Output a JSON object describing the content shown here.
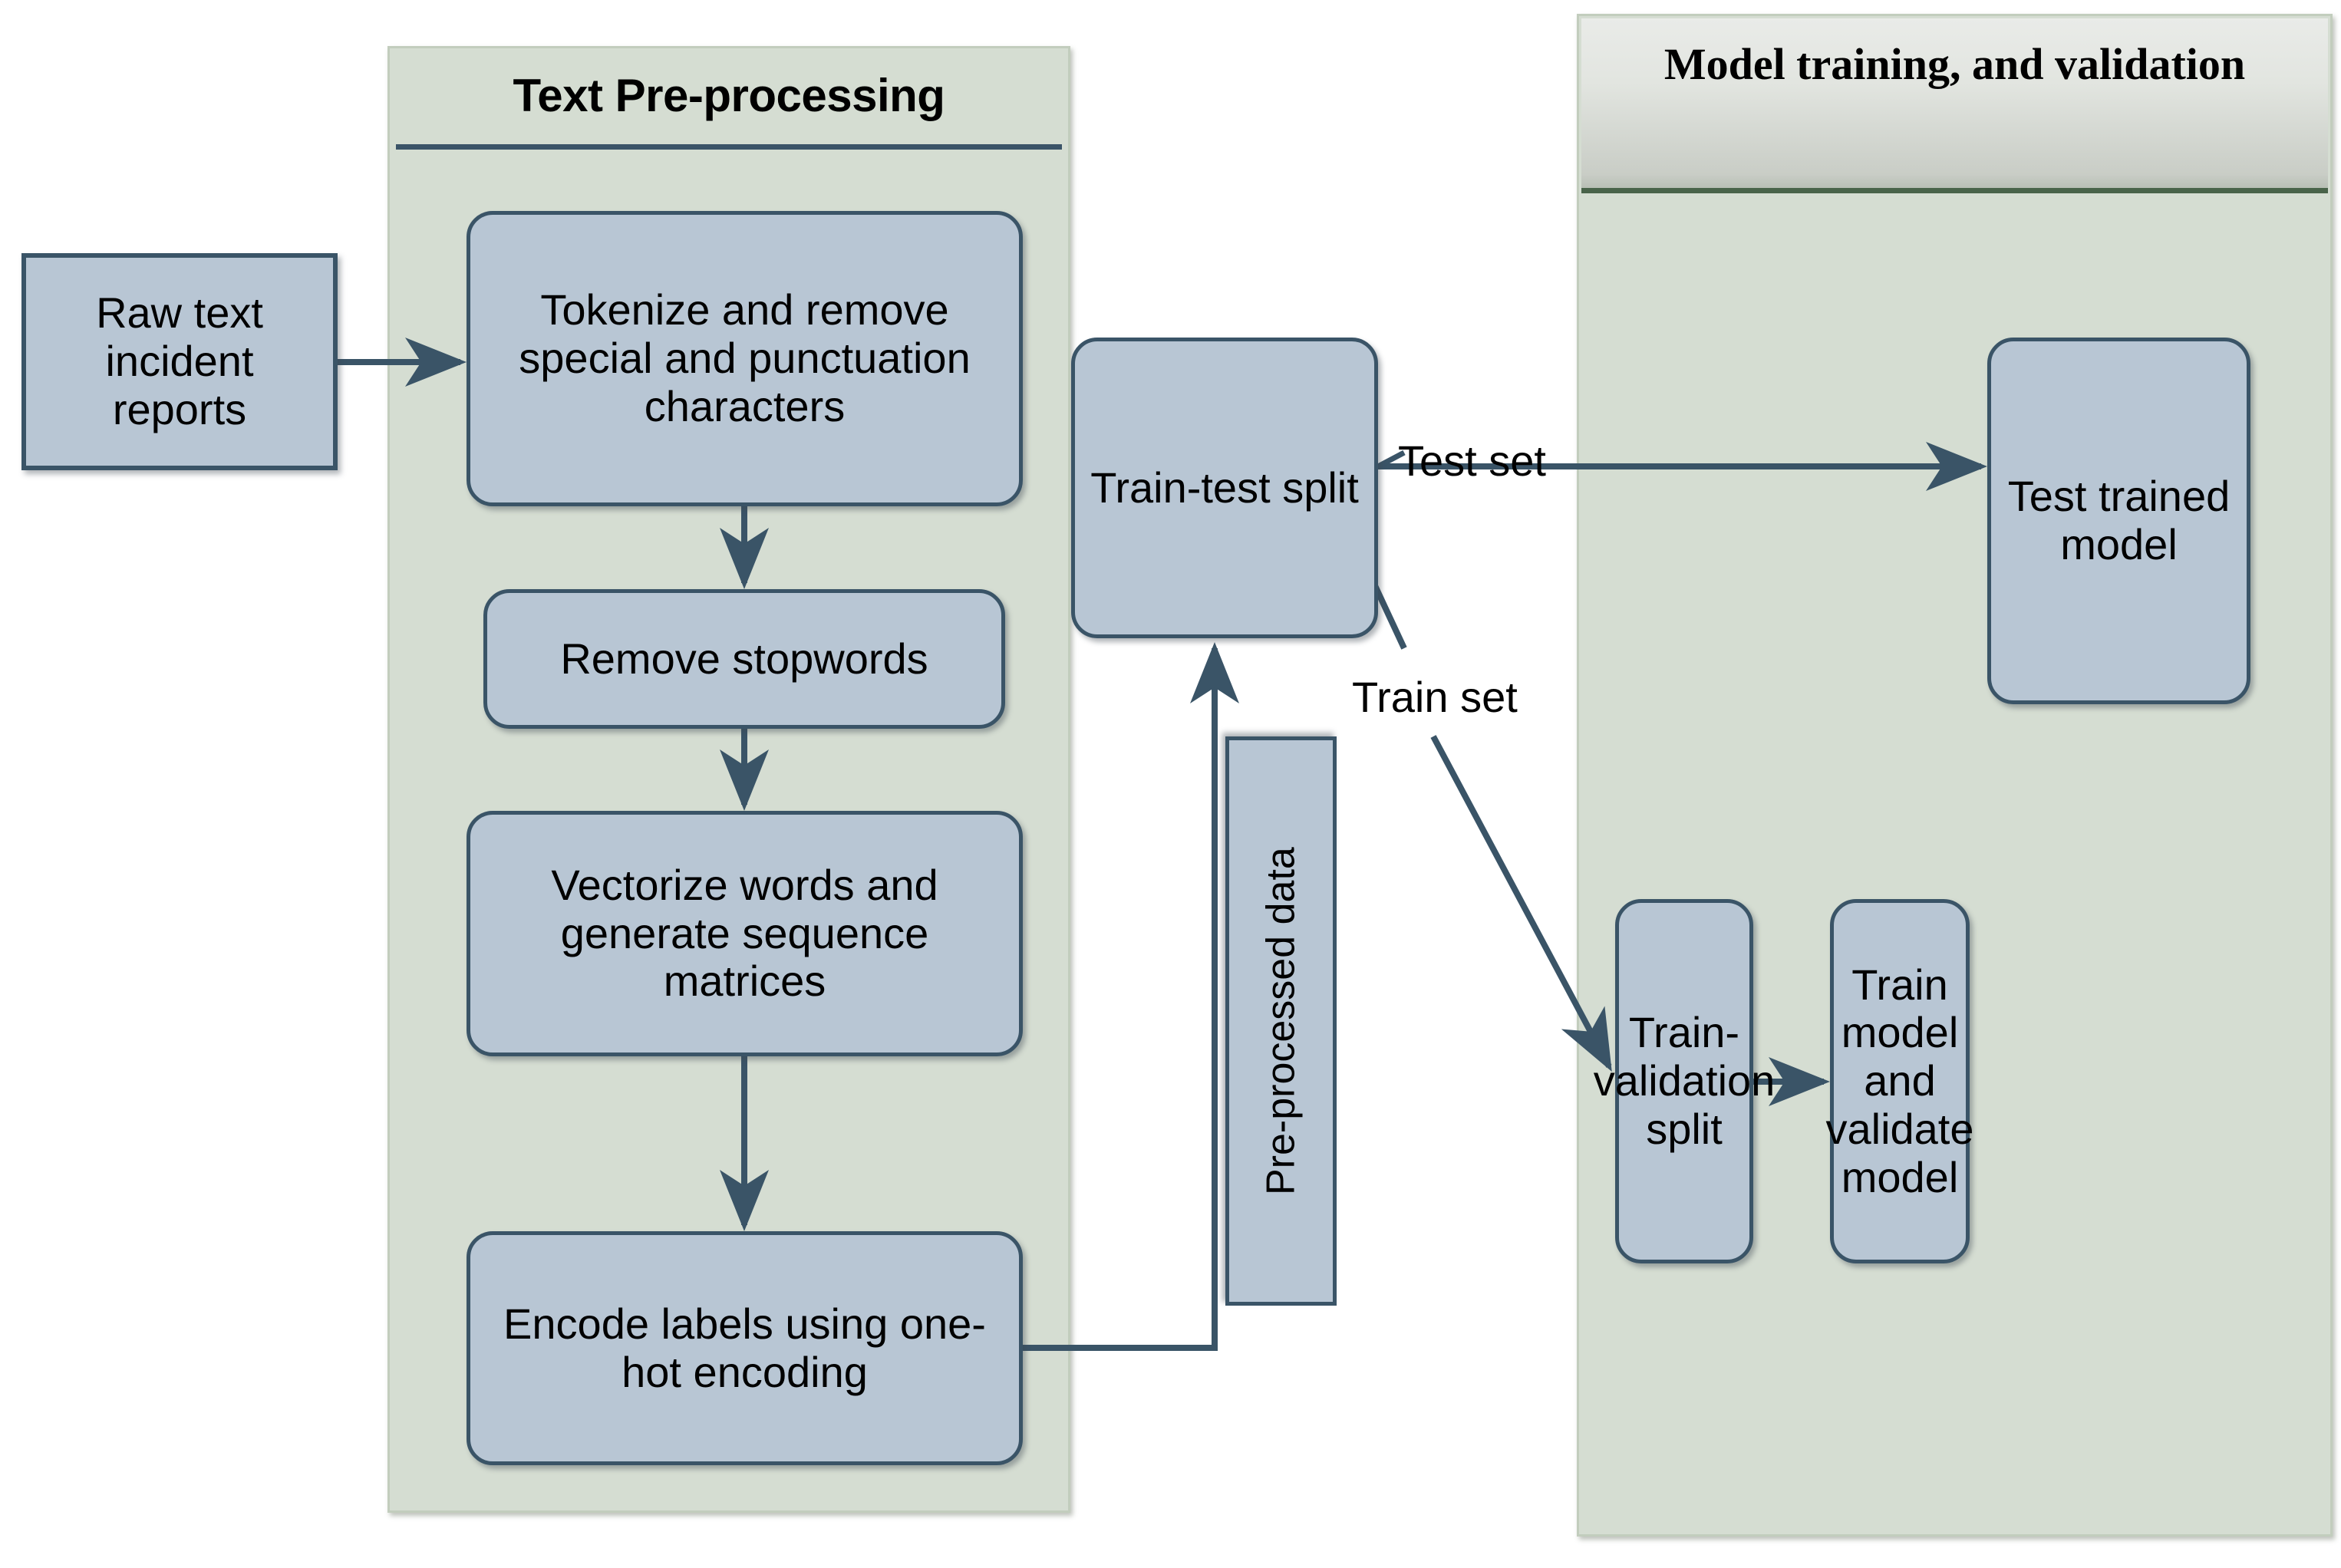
{
  "diagram": {
    "title": "Text classification pipeline flowchart",
    "colors": {
      "panel_background": "#d5ddd2",
      "panel_border": "#c2cdbd",
      "node_fill": "#b8c6d4",
      "node_border": "#3a5467",
      "connector": "#3a5467",
      "header_rule_left": "#3b5468",
      "header_rule_right": "#49634a",
      "text": "#000000"
    }
  },
  "panels": {
    "preprocessing": {
      "title": "Text Pre-processing",
      "nodes": [
        {
          "id": "tokenize",
          "label": "Tokenize and remove special and punctuation characters"
        },
        {
          "id": "stopwords",
          "label": "Remove stopwords"
        },
        {
          "id": "vectorize",
          "label": "Vectorize words and generate sequence matrices"
        },
        {
          "id": "encode",
          "label": "Encode labels using one-hot encoding"
        }
      ]
    },
    "training": {
      "title": "Model training, and validation",
      "nodes": [
        {
          "id": "test-trained-model",
          "label": "Test trained model"
        },
        {
          "id": "train-val-split",
          "label": "Train-validation split"
        },
        {
          "id": "train-validate",
          "label": "Train model and validate model"
        }
      ]
    }
  },
  "external_nodes": [
    {
      "id": "raw-text",
      "label": "Raw text incident reports"
    },
    {
      "id": "train-test-split",
      "label": "Train-test split"
    },
    {
      "id": "preprocessed-data",
      "label": "Pre-processed data",
      "orientation": "vertical"
    }
  ],
  "edge_labels": {
    "test_set": "Test set",
    "train_set": "Train set"
  },
  "flow": [
    {
      "from": "raw-text",
      "to": "tokenize",
      "label": ""
    },
    {
      "from": "tokenize",
      "to": "stopwords",
      "label": ""
    },
    {
      "from": "stopwords",
      "to": "vectorize",
      "label": ""
    },
    {
      "from": "vectorize",
      "to": "encode",
      "label": ""
    },
    {
      "from": "encode",
      "to": "train-test-split",
      "label": "Pre-processed data"
    },
    {
      "from": "train-test-split",
      "to": "test-trained-model",
      "label": "Test set"
    },
    {
      "from": "train-test-split",
      "to": "train-val-split",
      "label": "Train set"
    },
    {
      "from": "train-val-split",
      "to": "train-validate",
      "label": ""
    }
  ]
}
